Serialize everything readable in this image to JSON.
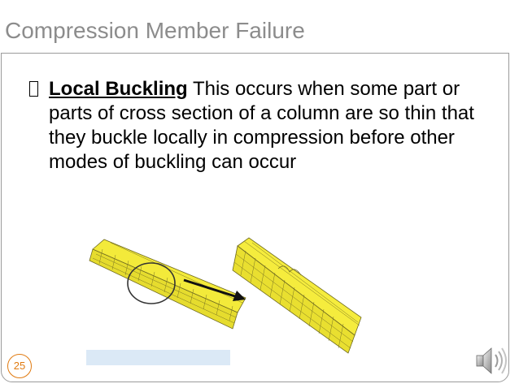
{
  "slide": {
    "title": "Compression Member Failure",
    "bullet": {
      "term": "Local Buckling",
      "text": " This occurs when some part or parts of cross section of a column are so  thin that they buckle locally in compression  before other modes of buckling can occur"
    },
    "page_number": "25",
    "icons": [
      "sound-icon"
    ],
    "colors": {
      "title": "#8c8c8c",
      "beam_fill": "#f3ea3a",
      "page_badge": "#e07a10"
    }
  }
}
